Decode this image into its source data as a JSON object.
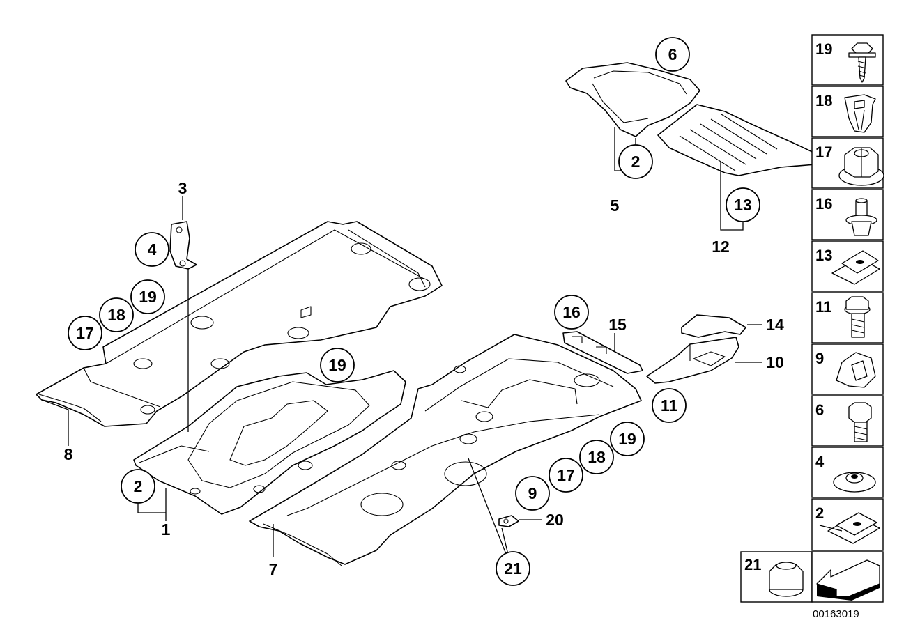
{
  "diagram": {
    "document_number": "00163019",
    "callouts": [
      {
        "id": "c3",
        "label": "3",
        "circled": false
      },
      {
        "id": "c4",
        "label": "4",
        "circled": true
      },
      {
        "id": "c19a",
        "label": "19",
        "circled": true
      },
      {
        "id": "c18a",
        "label": "18",
        "circled": true
      },
      {
        "id": "c17a",
        "label": "17",
        "circled": true
      },
      {
        "id": "c8",
        "label": "8",
        "circled": false
      },
      {
        "id": "c6",
        "label": "6",
        "circled": true
      },
      {
        "id": "c2a",
        "label": "2",
        "circled": true
      },
      {
        "id": "c5",
        "label": "5",
        "circled": false
      },
      {
        "id": "c13",
        "label": "13",
        "circled": true
      },
      {
        "id": "c12",
        "label": "12",
        "circled": false
      },
      {
        "id": "c19b",
        "label": "19",
        "circled": true
      },
      {
        "id": "c2b",
        "label": "2",
        "circled": true
      },
      {
        "id": "c1",
        "label": "1",
        "circled": false
      },
      {
        "id": "c7",
        "label": "7",
        "circled": false
      },
      {
        "id": "c16",
        "label": "16",
        "circled": true
      },
      {
        "id": "c15",
        "label": "15",
        "circled": false
      },
      {
        "id": "c14",
        "label": "14",
        "circled": false
      },
      {
        "id": "c10",
        "label": "10",
        "circled": false
      },
      {
        "id": "c11",
        "label": "11",
        "circled": true
      },
      {
        "id": "c19c",
        "label": "19",
        "circled": true
      },
      {
        "id": "c18b",
        "label": "18",
        "circled": true
      },
      {
        "id": "c17b",
        "label": "17",
        "circled": true
      },
      {
        "id": "c9",
        "label": "9",
        "circled": true
      },
      {
        "id": "c20",
        "label": "20",
        "circled": false
      },
      {
        "id": "c21",
        "label": "21",
        "circled": true
      }
    ],
    "hardware_legend": [
      {
        "label": "19",
        "icon": "bolt-screw-icon"
      },
      {
        "label": "18",
        "icon": "expanding-nut-icon"
      },
      {
        "label": "17",
        "icon": "flange-nut-icon"
      },
      {
        "label": "16",
        "icon": "plastic-rivet-icon"
      },
      {
        "label": "13",
        "icon": "speed-nut-clip-icon"
      },
      {
        "label": "11",
        "icon": "hex-bolt-icon"
      },
      {
        "label": "9",
        "icon": "spring-clip-icon"
      },
      {
        "label": "6",
        "icon": "hex-bolt-short-icon"
      },
      {
        "label": "4",
        "icon": "washer-nut-icon"
      },
      {
        "label": "2",
        "icon": "sheet-nut-icon"
      },
      {
        "label": "21",
        "icon": "cap-nut-icon"
      }
    ]
  }
}
